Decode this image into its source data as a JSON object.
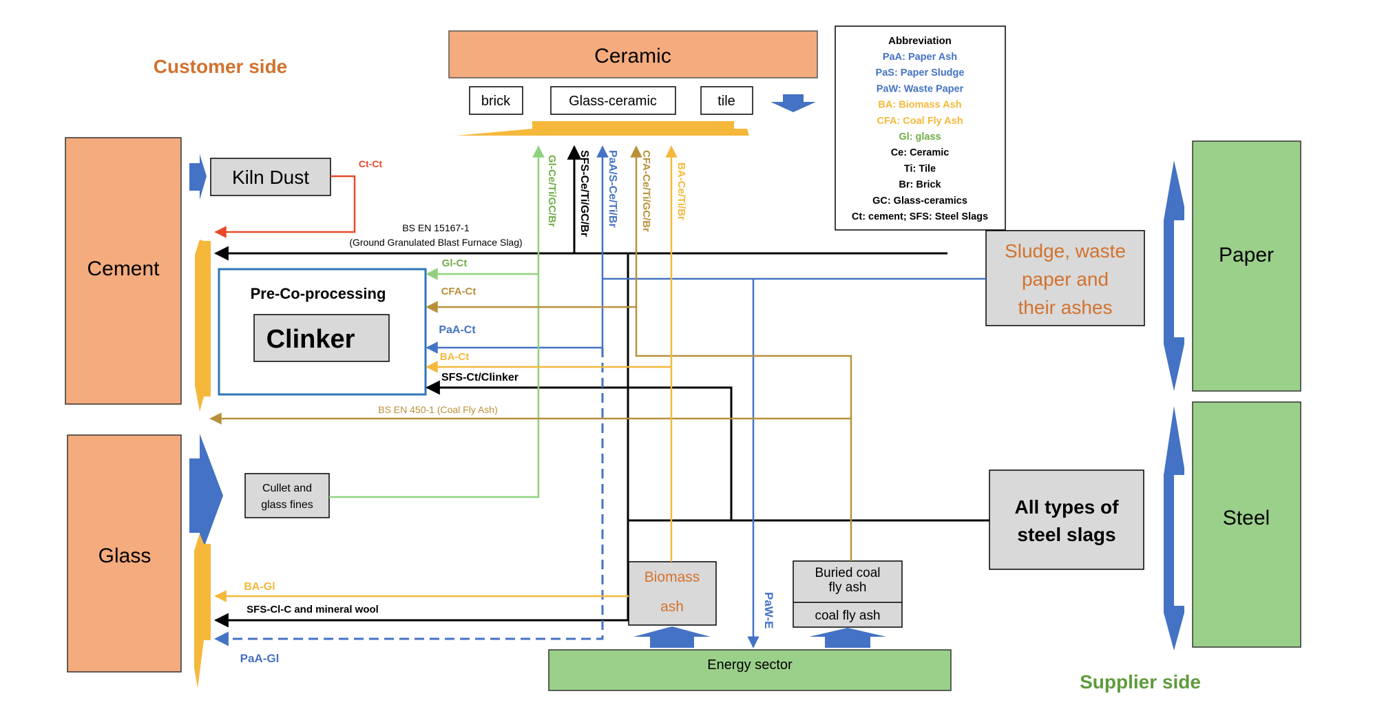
{
  "headings": {
    "customer_side": "Customer side",
    "supplier_side": "Supplier side"
  },
  "colors": {
    "customer_heading": "#d2722e",
    "supplier_heading": "#5e9b3c",
    "customer_fill": "#f4ab7d",
    "supplier_fill": "#9bd08a",
    "grey_fill": "#d9d9d9",
    "blue": "#4472c4",
    "yellow": "#f5b83b",
    "green": "#8fd17d",
    "brown": "#b8903a",
    "red": "#e8492a",
    "black": "#000000"
  },
  "customers": {
    "ceramic": "Ceramic",
    "brick": "brick",
    "glass_ceramic": "Glass-ceramic",
    "tile": "tile",
    "cement": "Cement",
    "glass": "Glass",
    "kiln_dust": "Kiln Dust",
    "pre_co_processing": "Pre-Co-processing",
    "clinker": "Clinker",
    "cullet_line1": "Cullet and",
    "cullet_line2": "glass fines"
  },
  "suppliers": {
    "paper": "Paper",
    "steel": "Steel",
    "sludge_line1": "Sludge, waste",
    "sludge_line2": "paper and",
    "sludge_line3": "their ashes",
    "slags_line1": "All types of",
    "slags_line2": "steel slags",
    "biomass_line1": "Biomass",
    "biomass_line2": "ash",
    "buried_line1": "Buried coal",
    "buried_line2": "fly ash",
    "coal_fly_ash": "coal fly ash",
    "energy_sector": "Energy sector"
  },
  "abbreviations": {
    "title": "Abbreviation",
    "items": [
      {
        "text": "PaA: Paper Ash",
        "color": "#4472c4"
      },
      {
        "text": "PaS: Paper Sludge",
        "color": "#4472c4"
      },
      {
        "text": "PaW: Waste Paper",
        "color": "#4472c4"
      },
      {
        "text": "BA: Biomass Ash",
        "color": "#f5b83b"
      },
      {
        "text": "CFA: Coal Fly Ash",
        "color": "#f5b83b"
      },
      {
        "text": "Gl: glass",
        "color": "#70ad47"
      },
      {
        "text": "Ce: Ceramic",
        "color": "#000000"
      },
      {
        "text": "Ti: Tile",
        "color": "#000000"
      },
      {
        "text": "Br: Brick",
        "color": "#000000"
      },
      {
        "text": "GC: Glass-ceramics",
        "color": "#000000"
      },
      {
        "text": "Ct: cement; SFS: Steel Slags",
        "color": "#000000"
      }
    ]
  },
  "flow_labels": {
    "ct_ct": "Ct-Ct",
    "bs_en_15167": "BS EN 15167-1",
    "ggbfs": "(Ground Granulated Blast Furnace Slag)",
    "gl_ct": "Gl-Ct",
    "cfa_ct": "CFA-Ct",
    "paa_ct": "PaA-Ct",
    "ba_ct": "BA-Ct",
    "sfs_ct_clinker": "SFS-Ct/Clinker",
    "bs_en_450": "BS EN 450-1 (Coal Fly Ash)",
    "ba_gl": "BA-Gl",
    "sfs_cl_c": "SFS-Cl-C and mineral wool",
    "paa_gl": "PaA-Gl",
    "paw_e": "PaW-E",
    "v_gl": "Gl-Ce/Ti/GC/Br",
    "v_sfs": "SFS-Ce/Ti/GC/Br",
    "v_paa": "PaA/S-Ce/Ti/Br",
    "v_cfa": "CFA-Ce/Ti/GC/Br",
    "v_ba": "BA-Ce/Ti/Br"
  }
}
